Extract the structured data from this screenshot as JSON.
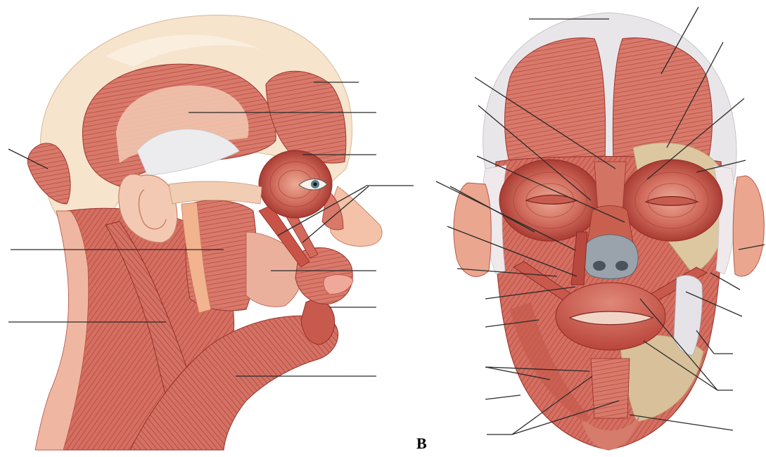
{
  "figure": {
    "panel_label_b": "B",
    "panels": [
      "lateral-head-muscles",
      "anterior-face-muscles"
    ]
  },
  "palette": {
    "muscle_dark": "#b9453b",
    "muscle_mid": "#d9796b",
    "muscle_light": "#ecab98",
    "aponeurosis": "#f6e6cf",
    "skin_pale": "#f3c8b2",
    "tendon_white": "#e8e8ea",
    "fat_tan": "#d9c49c",
    "nasal_grey": "#9aa2ab"
  }
}
